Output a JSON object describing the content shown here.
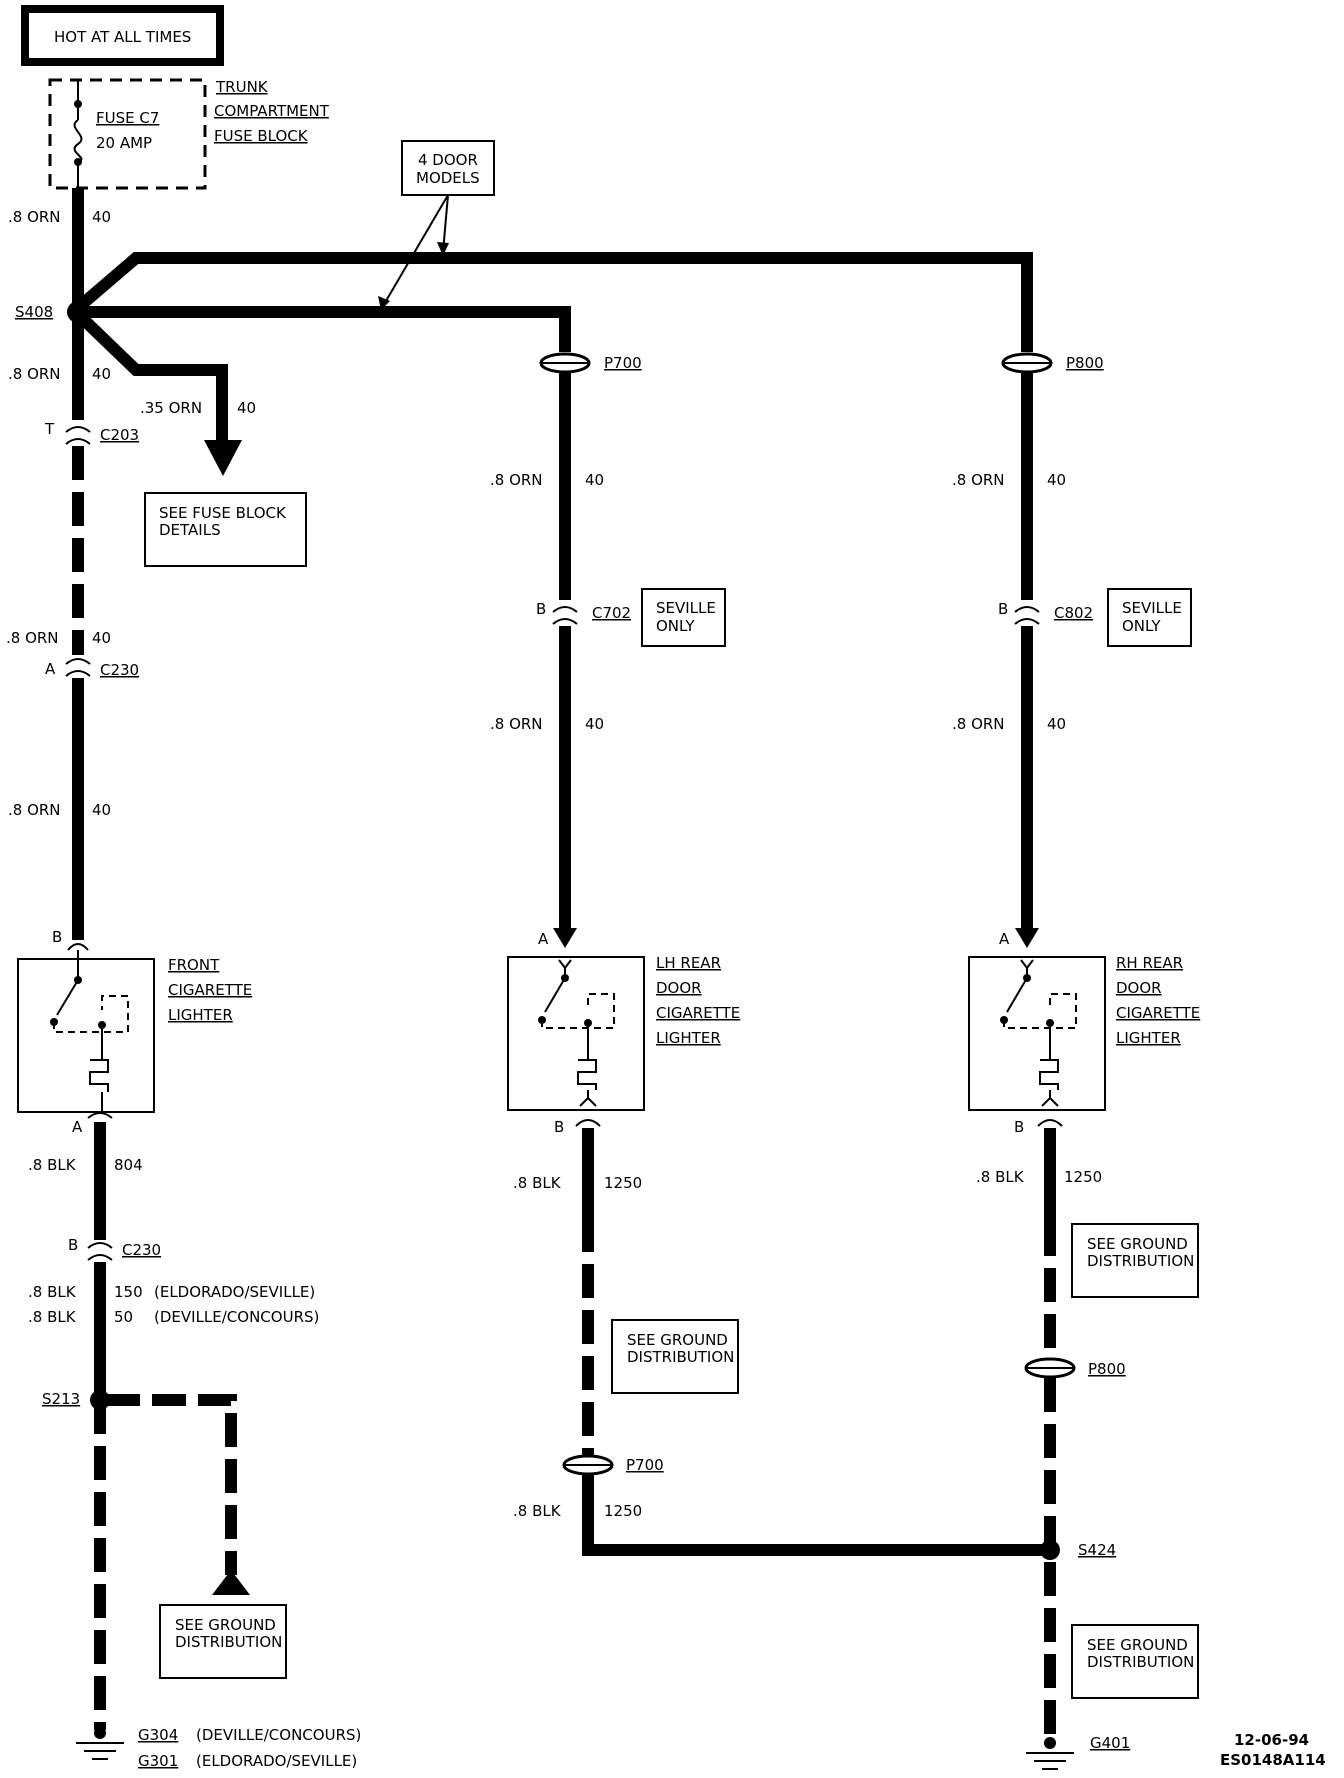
{
  "header": {
    "hot_label": "HOT AT ALL TIMES"
  },
  "fuse": {
    "name": "FUSE C7",
    "rating": "20 AMP",
    "block_line1": "TRUNK",
    "block_line2": "COMPARTMENT",
    "block_line3": "FUSE BLOCK"
  },
  "note_4door": {
    "line1": "4 DOOR",
    "line2": "MODELS"
  },
  "splices": {
    "s408": "S408",
    "s213": "S213",
    "s424": "S424"
  },
  "wire_labels": {
    "orn8": ".8 ORN",
    "orn35": ".35 ORN",
    "ckt40": "40",
    "blk8": ".8 BLK",
    "ckt804": "804",
    "ckt150": "150",
    "variant_eldo": "(ELDORADO/SEVILLE)",
    "ckt50": "50",
    "variant_deville": "(DEVILLE/CONCOURS)",
    "ckt1250": "1250"
  },
  "connectors": {
    "c203": "C203",
    "c203_pin": "T",
    "c230": "C230",
    "c230_pin_a": "A",
    "c230_pin_b": "B",
    "c702": "C702",
    "c802": "C802",
    "p700": "P700",
    "p800": "P800",
    "pin_a": "A",
    "pin_b": "B"
  },
  "notes": {
    "fuse_block_line1": "SEE FUSE BLOCK",
    "fuse_block_line2": "DETAILS",
    "seville_line1": "SEVILLE",
    "seville_line2": "ONLY",
    "ground_line1": "SEE GROUND",
    "ground_line2": "DISTRIBUTION"
  },
  "components": {
    "front": {
      "line1": "FRONT",
      "line2": "CIGARETTE",
      "line3": "LIGHTER"
    },
    "lh": {
      "line1": "LH REAR",
      "line2": "DOOR",
      "line3": "CIGARETTE",
      "line4": "LIGHTER"
    },
    "rh": {
      "line1": "RH REAR",
      "line2": "DOOR",
      "line3": "CIGARETTE",
      "line4": "LIGHTER"
    }
  },
  "grounds": {
    "g304": "G304",
    "g304_note": "(DEVILLE/CONCOURS)",
    "g301": "G301",
    "g301_note": "(ELDORADO/SEVILLE)",
    "g401": "G401"
  },
  "footer": {
    "date": "12-06-94",
    "code": "ES0148A114"
  }
}
